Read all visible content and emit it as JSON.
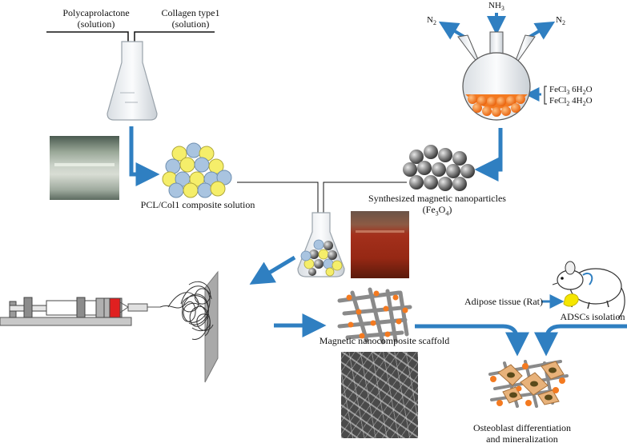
{
  "inputs": {
    "pcl_label_1": "Polycaprolactone",
    "pcl_label_2": "(solution)",
    "collagen_label_1": "Collagen type1",
    "collagen_label_2": "(solution)"
  },
  "reaction": {
    "gas_left": "N",
    "gas_left_sub": "2",
    "gas_top": "NH",
    "gas_top_sub": "3",
    "gas_right": "N",
    "gas_right_sub": "2",
    "reagent_1_main": "FeCl",
    "reagent_1_sub": "3",
    "reagent_1_hyd": " 6H",
    "reagent_1_sub2": "2",
    "reagent_1_end": "O",
    "reagent_2_main": "FeCl",
    "reagent_2_sub": "2",
    "reagent_2_hyd": " 4H",
    "reagent_2_sub2": "2",
    "reagent_2_end": "O"
  },
  "steps": {
    "composite_solution": "PCL/Col1 composite solution",
    "nanoparticles_1": "Synthesized magnetic nanoparticles",
    "nanoparticles_2_pre": "(Fe",
    "nanoparticles_2_sub1": "3",
    "nanoparticles_2_mid": "O",
    "nanoparticles_2_sub2": "4",
    "nanoparticles_2_post": ")",
    "scaffold": "Magnetic nanocomposite scaffold",
    "adipose": "Adipose tissue (Rat)",
    "adscs": "ADSCs isolation",
    "osteo_1": "Osteoblast differentiation",
    "osteo_2": "and mineralization"
  },
  "colors": {
    "arrow_blue": "#2f7fc1",
    "nanoparticle_orange": "#f47a20",
    "pcl_blue": "#a9c4e0",
    "collagen_yellow": "#f5ee6a",
    "syringe_red": "#e02020"
  }
}
